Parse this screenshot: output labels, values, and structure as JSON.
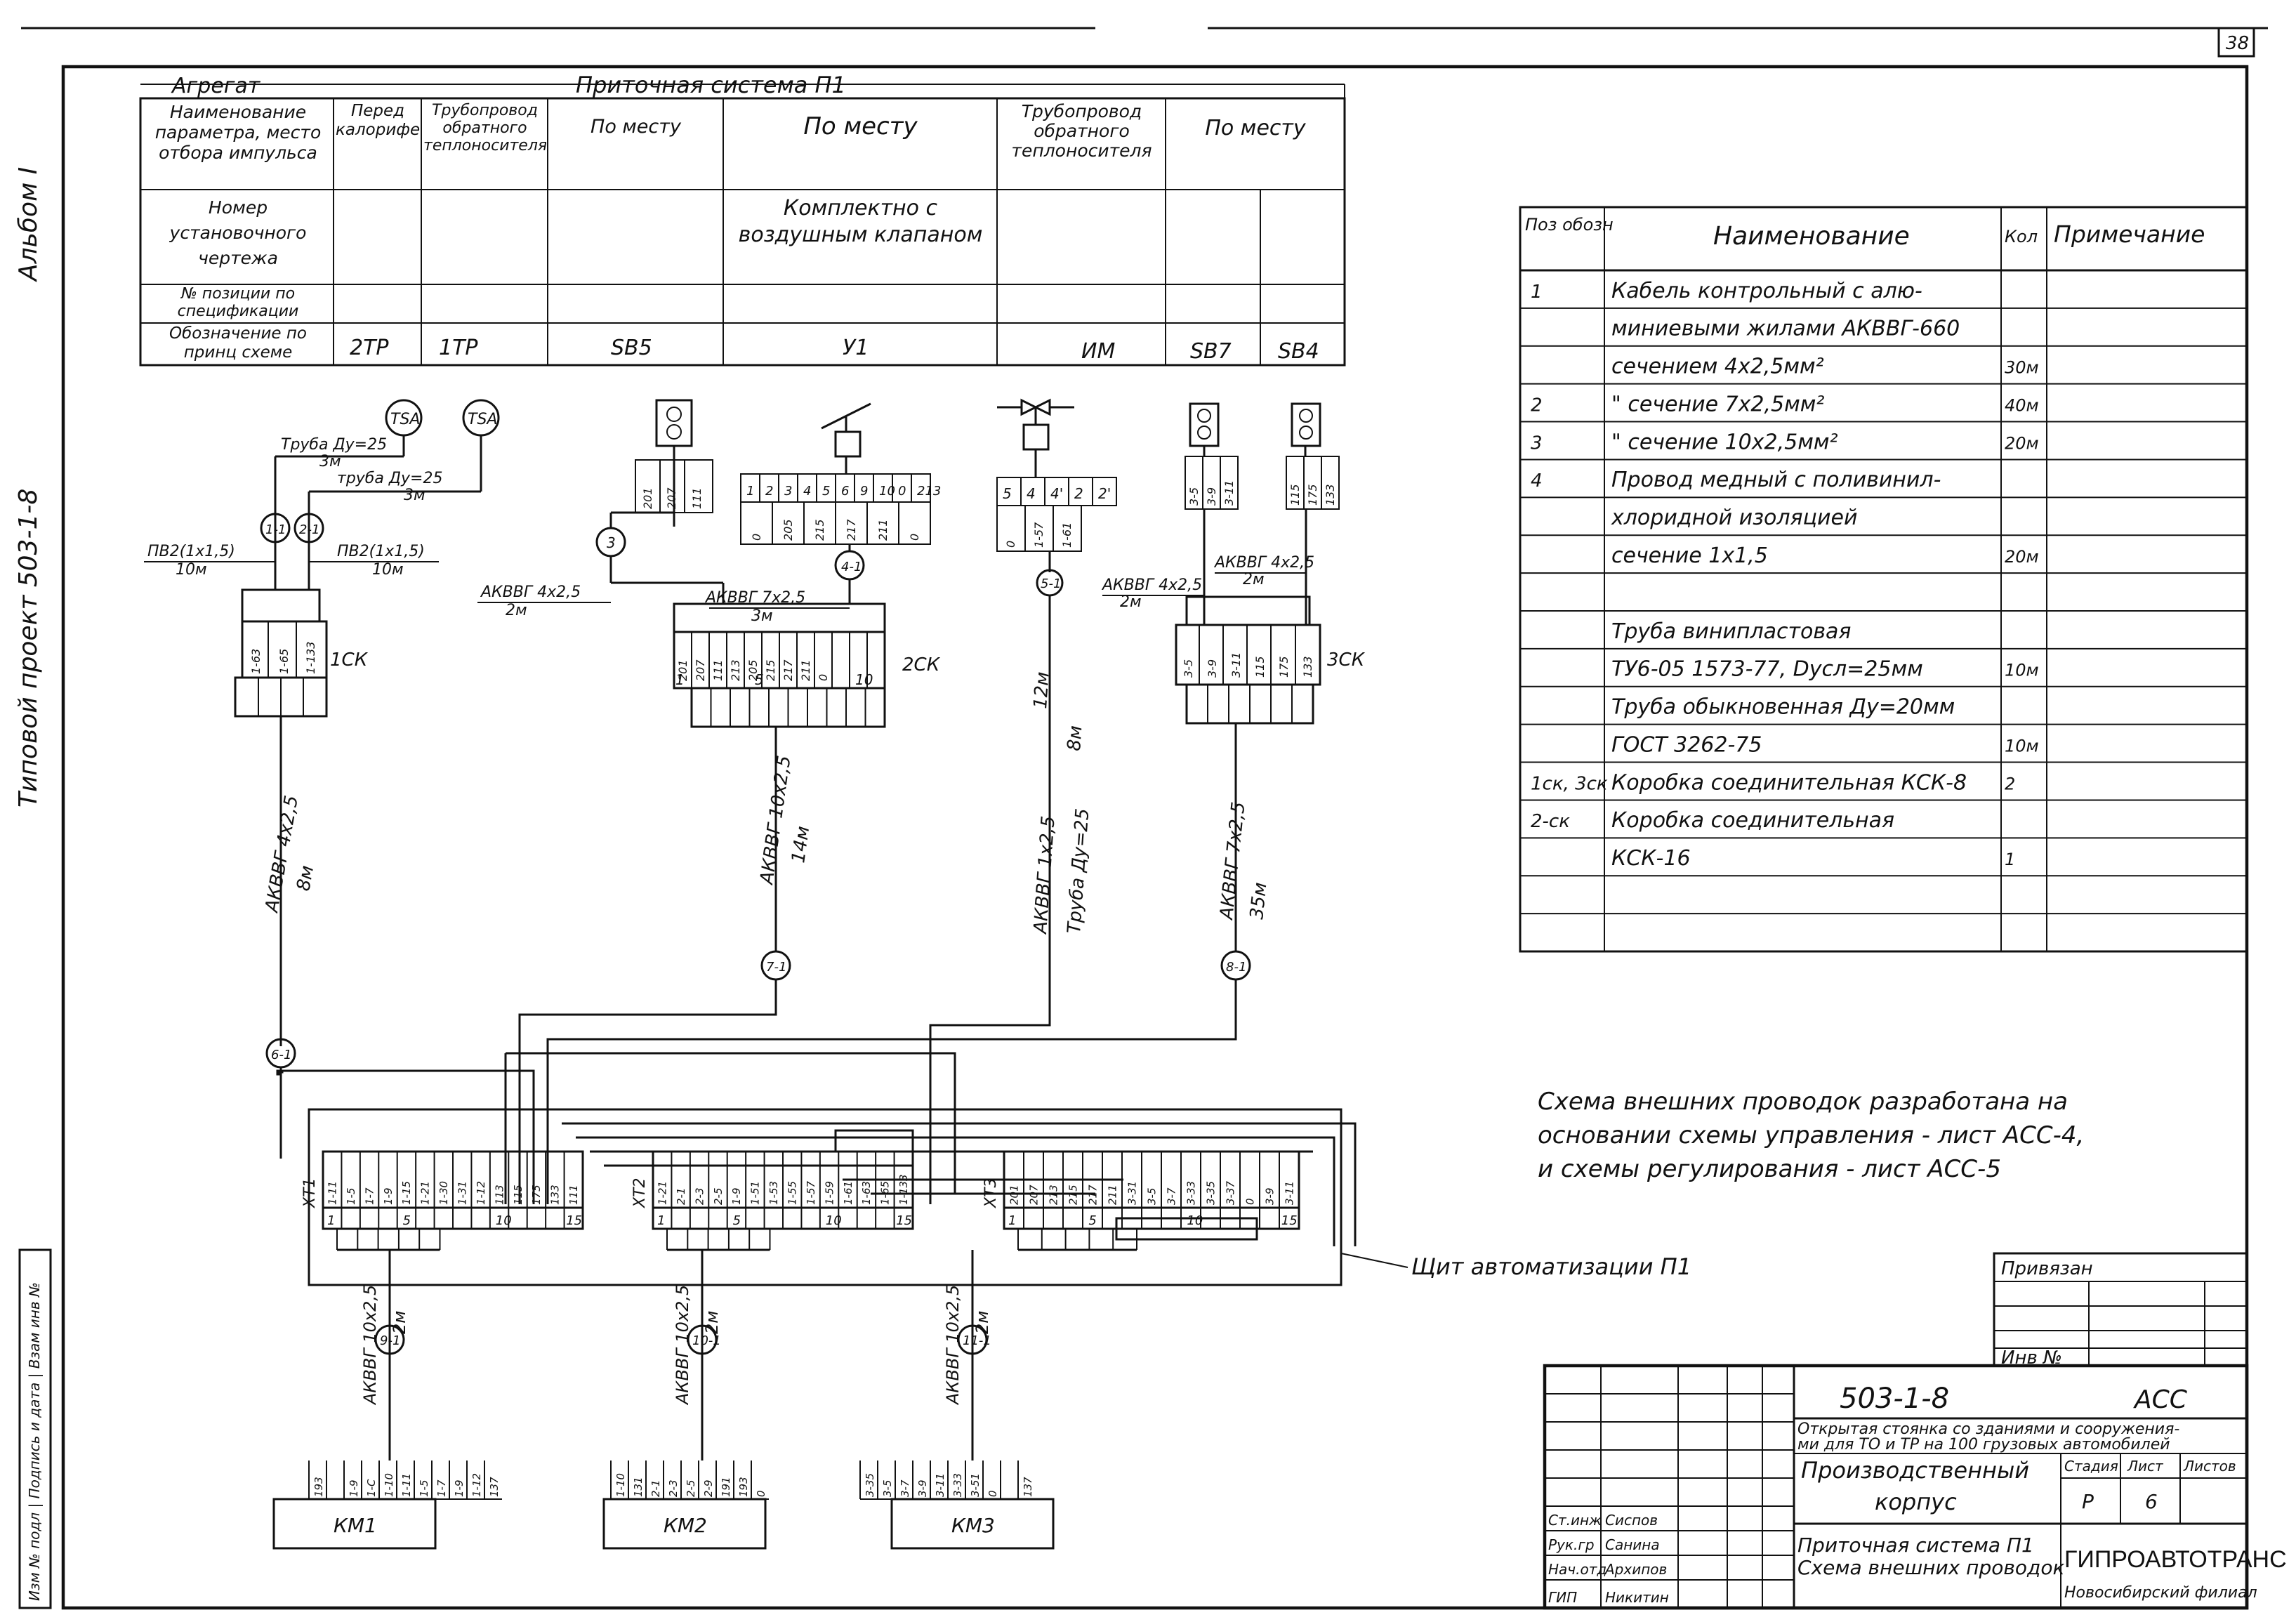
{
  "page": {
    "sheet_corner": "38"
  },
  "margin": {
    "album": "Альбом I",
    "project": "Типовой проект 503-1-8",
    "stamp": "Изм № подл | Подпись и дата | Взам инв №"
  },
  "param_table": {
    "unit_label": "Агрегат",
    "system_label": "Приточная система П1",
    "row_labels": [
      "Наименование параметра, место отбора импульса",
      "Номер установочного чертежа",
      "№ позиции по спецификации",
      "Обозначение по принц схеме"
    ],
    "columns": [
      {
        "param": "Перед калорифером",
        "drawing": "",
        "designation": "2ТР"
      },
      {
        "param": "Трубопровод обратного теплоносителя",
        "drawing": "",
        "designation": "1ТР"
      },
      {
        "param": "По месту",
        "drawing": "",
        "designation": "SB5"
      },
      {
        "param": "По месту",
        "drawing": "Комплектно с воздушным клапаном",
        "designation": "У1"
      },
      {
        "param": "Трубопровод обратного теплоносителя",
        "drawing": "",
        "designation": "ИМ"
      },
      {
        "param": "По месту",
        "drawing": "",
        "designation": "SB7"
      },
      {
        "param": "",
        "drawing": "",
        "designation": "SB4"
      }
    ]
  },
  "spec_table": {
    "headers": {
      "pos": "Поз обозн",
      "name": "Наименование",
      "qty": "Кол",
      "note": "Примечание"
    },
    "rows": [
      {
        "pos": "1",
        "name": "Кабель контрольный с алю-",
        "qty": ""
      },
      {
        "pos": "",
        "name": "миниевыми жилами АКВВГ-660",
        "qty": ""
      },
      {
        "pos": "",
        "name": "сечением 4x2,5мм²",
        "qty": "30м"
      },
      {
        "pos": "2",
        "name": "\" сечение 7x2,5мм²",
        "qty": "40м"
      },
      {
        "pos": "3",
        "name": "\" сечение 10x2,5мм²",
        "qty": "20м"
      },
      {
        "pos": "4",
        "name": "Провод медный с поливинил-",
        "qty": ""
      },
      {
        "pos": "",
        "name": "хлоридной изоляцией",
        "qty": ""
      },
      {
        "pos": "",
        "name": "сечение 1x1,5",
        "qty": "20м"
      },
      {
        "pos": "",
        "name": "",
        "qty": ""
      },
      {
        "pos": "",
        "name": "Труба винипластовая",
        "qty": ""
      },
      {
        "pos": "",
        "name": "ТУ6-05 1573-77, Dусл=25мм",
        "qty": "10м"
      },
      {
        "pos": "",
        "name": "Труба обыкновенная Ду=20мм",
        "qty": ""
      },
      {
        "pos": "",
        "name": "ГОСТ 3262-75",
        "qty": "10м"
      },
      {
        "pos": "1ск, 3ск",
        "name": "Коробка соединительная КСК-8",
        "qty": "2"
      },
      {
        "pos": "2-ск",
        "name": "Коробка соединительная",
        "qty": ""
      },
      {
        "pos": "",
        "name": "КСК-16",
        "qty": "1"
      },
      {
        "pos": "",
        "name": "",
        "qty": ""
      },
      {
        "pos": "",
        "name": "",
        "qty": ""
      }
    ]
  },
  "note": {
    "lines": [
      "Схема внешних проводок разработана на",
      "основании схемы управления - лист АСС-4,",
      "и схемы регулирования - лист АСС-5"
    ]
  },
  "diagram": {
    "sensors": [
      "TSA",
      "TSA"
    ],
    "tube_labels": [
      "Труба Ду=25",
      "3м",
      "труба Ду=25",
      "3м"
    ],
    "wire_labels": [
      {
        "cable": "ПВ2(1x1,5)",
        "len": "10м"
      },
      {
        "cable": "ПВ2(1x1,5)",
        "len": "10м"
      },
      {
        "cable": "АКВВГ 4x2,5",
        "len": "2м"
      },
      {
        "cable": "АКВВГ 7x2,5",
        "len": "3м"
      },
      {
        "cable": "АКВВГ 4x2,5",
        "len": "2м"
      },
      {
        "cable": "АКВВГ 4x2,5",
        "len": "2м"
      }
    ],
    "cable_nodes": [
      "1-1",
      "2-1",
      "3",
      "4-1",
      "5-1",
      "6-1",
      "7-1",
      "8-1",
      "9-1",
      "10-1",
      "11-1"
    ],
    "boxes": [
      {
        "name": "1СК",
        "terminals": [
          "1-63",
          "1-65",
          "1-133"
        ]
      },
      {
        "name": "2СК",
        "terminals": [
          "201",
          "207",
          "111",
          "213",
          "205",
          "215",
          "217",
          "211",
          "0",
          "",
          "",
          ""
        ],
        "pins": [
          "1",
          "5",
          "10"
        ]
      },
      {
        "name": "3СК",
        "terminals": [
          "3-5",
          "3-9",
          "3-11",
          "115",
          "175",
          "133"
        ]
      }
    ],
    "field_terminals": {
      "sb5": [
        "201",
        "207",
        "111"
      ],
      "y1": [
        "1",
        "2",
        "3",
        "4",
        "5",
        "6",
        "9",
        "10",
        "0",
        "213",
        "0",
        "205",
        "215",
        "217",
        "211",
        "0"
      ],
      "im": [
        "5",
        "4",
        "4'",
        "2",
        "2'",
        "0",
        "1-57",
        "1-61"
      ],
      "sb7": [
        "3-5",
        "3-9",
        "3-11"
      ],
      "sb4": [
        "115",
        "175",
        "133"
      ]
    },
    "vertical_runs": [
      {
        "cable": "АКВВГ 4x2,5",
        "len": "8м"
      },
      {
        "cable": "АКВВГ 10x2,5",
        "len": "14м"
      },
      {
        "cable": "АКВВГ 1x2,5",
        "len": "12м"
      },
      {
        "cable": "Труба Ду=25",
        "len": "8м"
      },
      {
        "cable": "АКВВГ 7x2,5",
        "len": "35м"
      }
    ],
    "strips": [
      {
        "name": "ХТ1",
        "terminals": [
          "1-11",
          "1-5",
          "1-7",
          "1-9",
          "1-15",
          "1-21",
          "1-30",
          "1-31",
          "1-12",
          "113",
          "115",
          "175",
          "133",
          "111"
        ],
        "pins": [
          "1",
          "5",
          "10",
          "15"
        ]
      },
      {
        "name": "ХТ2",
        "terminals": [
          "1-21",
          "2-1",
          "2-3",
          "2-5",
          "1-9",
          "1-51",
          "1-53",
          "1-55",
          "1-57",
          "1-59",
          "1-61",
          "1-63",
          "1-65",
          "1-133"
        ],
        "pins": [
          "1",
          "5",
          "10",
          "15"
        ]
      },
      {
        "name": "ХТ3",
        "terminals": [
          "201",
          "207",
          "213",
          "215",
          "217",
          "211",
          "3-31",
          "3-5",
          "3-7",
          "3-33",
          "3-35",
          "3-37",
          "0",
          "3-9",
          "3-11"
        ],
        "pins": [
          "1",
          "5",
          "10",
          "15"
        ]
      }
    ],
    "panel_label": "Щит автоматизации П1",
    "outputs": [
      {
        "cable": "АКВВГ 10x2,5",
        "len": "2м"
      },
      {
        "cable": "АКВВГ 10x2,5",
        "len": "2м"
      },
      {
        "cable": "АКВВГ 10x2,5",
        "len": "2м"
      }
    ],
    "motors": [
      {
        "name": "КМ1",
        "terminals": [
          "193",
          "",
          "1-9",
          "1-C",
          "1-10",
          "1-11",
          "1-5",
          "1-7",
          "1-9",
          "1-12",
          "137"
        ]
      },
      {
        "name": "КМ2",
        "terminals": [
          "1-10",
          "131",
          "2-1",
          "2-3",
          "2-5",
          "2-9",
          "191",
          "193",
          "0"
        ]
      },
      {
        "name": "КМ3",
        "terminals": [
          "3-35",
          "3-5",
          "3-7",
          "3-9",
          "3-11",
          "3-33",
          "3-51",
          "0",
          "",
          "137"
        ]
      }
    ]
  },
  "title_block": {
    "bound_label": "Привязан",
    "inv_label": "Инв №",
    "code": "503-1-8",
    "mark": "АСС",
    "subject_line1": "Открытая стоянка со зданиями и сооружения-",
    "subject_line2": "ми для ТО и ТР на 100 грузовых автомобилей",
    "object_line1": "Производственный",
    "object_line2": "корпус",
    "stage_label": "Стадия",
    "sheet_label": "Лист",
    "sheets_label": "Листов",
    "stage": "Р",
    "sheet": "6",
    "sheet_title1": "Приточная система П1",
    "sheet_title2": "Схема внешних проводок",
    "org": "ГИПРОАВТОТРАНС",
    "branch": "Новосибирский филиал",
    "signers": [
      {
        "role": "Ст.инж",
        "name": "Сиспов"
      },
      {
        "role": "Рук.гр",
        "name": "Санина"
      },
      {
        "role": "Нач.отд",
        "name": "Архипов"
      },
      {
        "role": "ГИП",
        "name": "Никитин"
      }
    ]
  }
}
